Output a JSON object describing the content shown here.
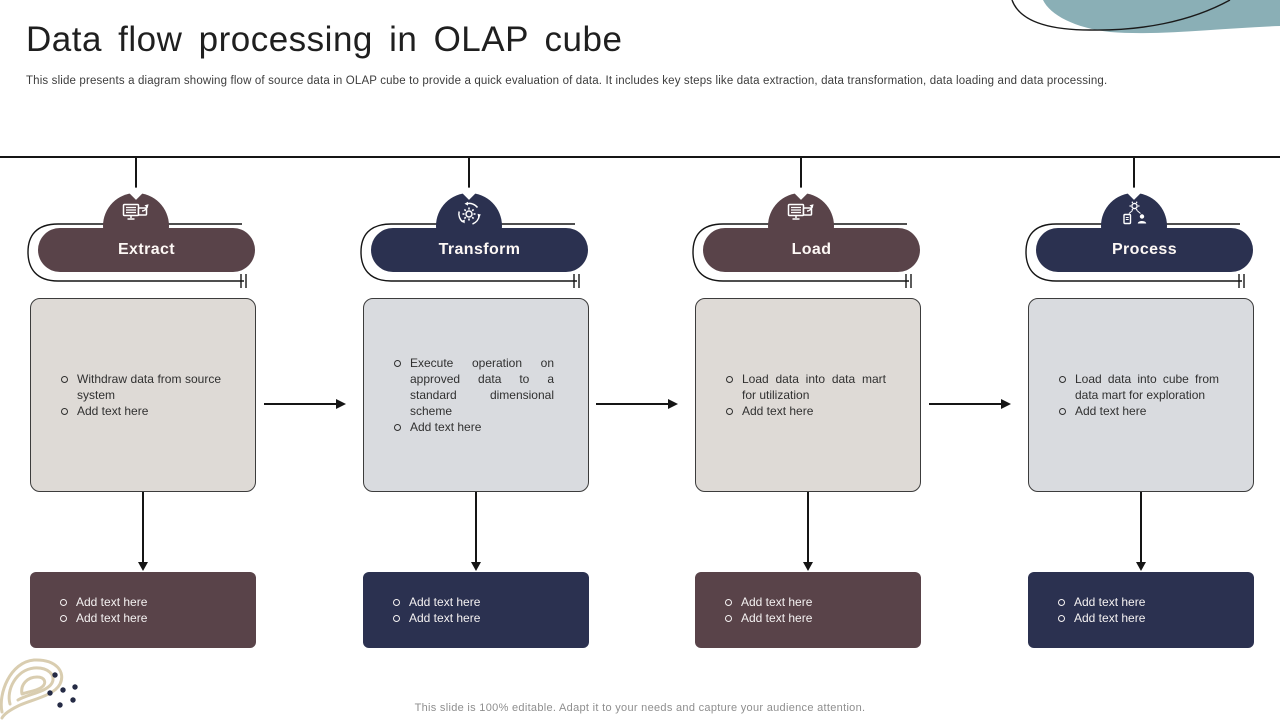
{
  "slide": {
    "title": "Data flow processing in OLAP cube",
    "subtitle": "This slide presents a diagram showing flow of source data in OLAP cube to provide a quick evaluation of data. It includes key steps like data extraction, data transformation, data loading and data processing.",
    "footer": "This slide is 100% editable. Adapt it to your  needs and capture your audience attention."
  },
  "colors": {
    "maroon": "#594349",
    "navy": "#2b3150",
    "warm_box_fill": "#dedad6",
    "cool_box_fill": "#d9dbdf",
    "teal_accent": "#8aafb6",
    "tan_accent": "#d9cdb0",
    "line": "#151515"
  },
  "columns": [
    {
      "title": "Extract",
      "icon": "monitor-export-icon",
      "theme": "maroon",
      "bullets": [
        "Withdraw data from source system",
        "Add text here"
      ],
      "placeholders": [
        "Add text here",
        "Add text here"
      ]
    },
    {
      "title": "Transform",
      "icon": "gear-sync-icon",
      "theme": "navy",
      "bullets": [
        "Execute operation on approved data to a standard dimensional scheme",
        "Add text here"
      ],
      "placeholders": [
        "Add text here",
        "Add text here"
      ]
    },
    {
      "title": "Load",
      "icon": "monitor-export-icon",
      "theme": "maroon",
      "bullets": [
        "Load data into data mart for utilization",
        "Add text here"
      ],
      "placeholders": [
        "Add text here",
        "Add text here"
      ]
    },
    {
      "title": "Process",
      "icon": "user-gear-process-icon",
      "theme": "navy",
      "bullets": [
        "Load data into cube from data mart for exploration",
        "Add text here"
      ],
      "placeholders": [
        "Add text here",
        "Add text here"
      ]
    }
  ]
}
